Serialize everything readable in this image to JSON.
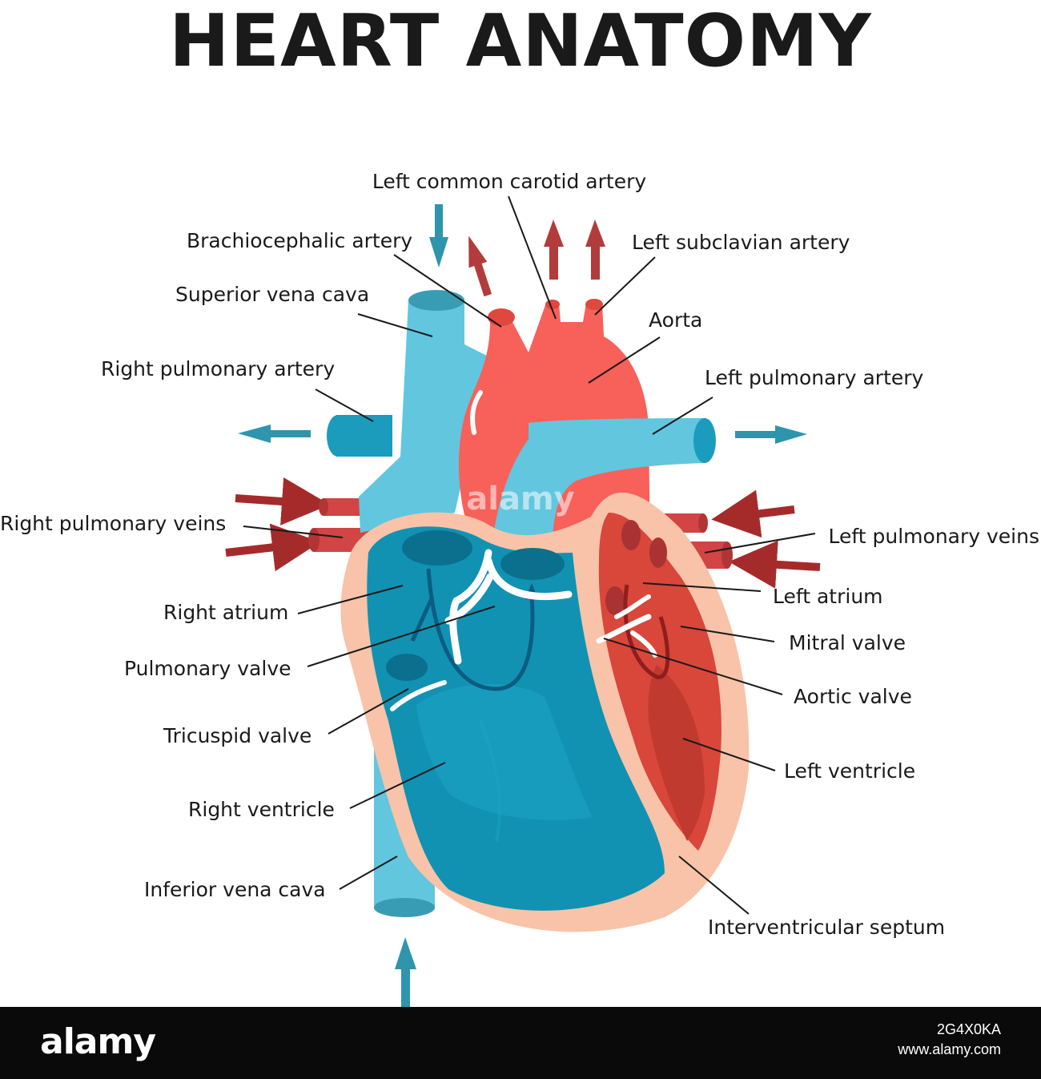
{
  "title": "HEART ANATOMY",
  "labels": {
    "left_common_carotid_artery": "Left common carotid artery",
    "brachiocephalic_artery": "Brachiocephalic artery",
    "left_subclavian_artery": "Left subclavian artery",
    "superior_vena_cava": "Superior vena cava",
    "aorta": "Aorta",
    "right_pulmonary_artery": "Right pulmonary artery",
    "left_pulmonary_artery": "Left pulmonary artery",
    "right_pulmonary_veins": "Right pulmonary veins",
    "left_pulmonary_veins": "Left pulmonary veins",
    "right_atrium": "Right atrium",
    "left_atrium": "Left atrium",
    "mitral_valve": "Mitral valve",
    "pulmonary_valve": "Pulmonary valve",
    "aortic_valve": "Aortic valve",
    "tricuspid_valve": "Tricuspid valve",
    "left_ventricle": "Left ventricle",
    "right_ventricle": "Right ventricle",
    "inferior_vena_cava": "Inferior vena cava",
    "interventricular_septum": "Interventricular septum"
  },
  "watermark": "alamy",
  "footer": {
    "logo": "alamy",
    "image_id": "2G4X0KA",
    "site": "www.alamy.com"
  },
  "colors": {
    "deoxygenated_light": "#62c6df",
    "deoxygenated_dark": "#1192b2",
    "oxygenated_light": "#fa605a",
    "oxygenated_dark": "#d94a3b",
    "heart_wall": "#f8c3a8",
    "arrow_blue": "#2e95ad",
    "arrow_red": "#a52b2b"
  }
}
